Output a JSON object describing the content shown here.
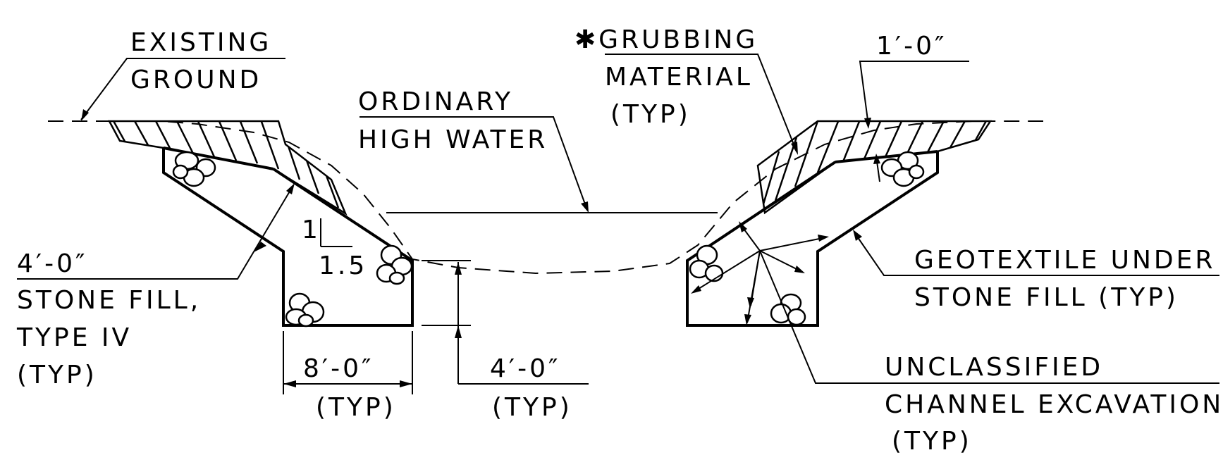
{
  "labels": {
    "existing_ground": [
      "EXISTING",
      "GROUND"
    ],
    "grubbing_material": [
      "✱GRUBBING",
      "MATERIAL",
      "(TYP)"
    ],
    "one_foot": "1′-0″",
    "ordinary_high_water": [
      "ORDINARY",
      "HIGH WATER"
    ],
    "stone_fill": [
      "4′-0″",
      "STONE FILL,",
      "TYPE IV",
      "(TYP)"
    ],
    "slope_rise": "1",
    "slope_run": "1.5",
    "bottom_width": [
      "8′-0″",
      "(TYP)"
    ],
    "depth": [
      "4′-0″",
      "(TYP)"
    ],
    "geotextile": [
      "GEOTEXTILE UNDER",
      "STONE FILL (TYP)"
    ],
    "excavation": [
      "UNCLASSIFIED",
      "CHANNEL EXCAVATION",
      "(TYP)"
    ]
  }
}
